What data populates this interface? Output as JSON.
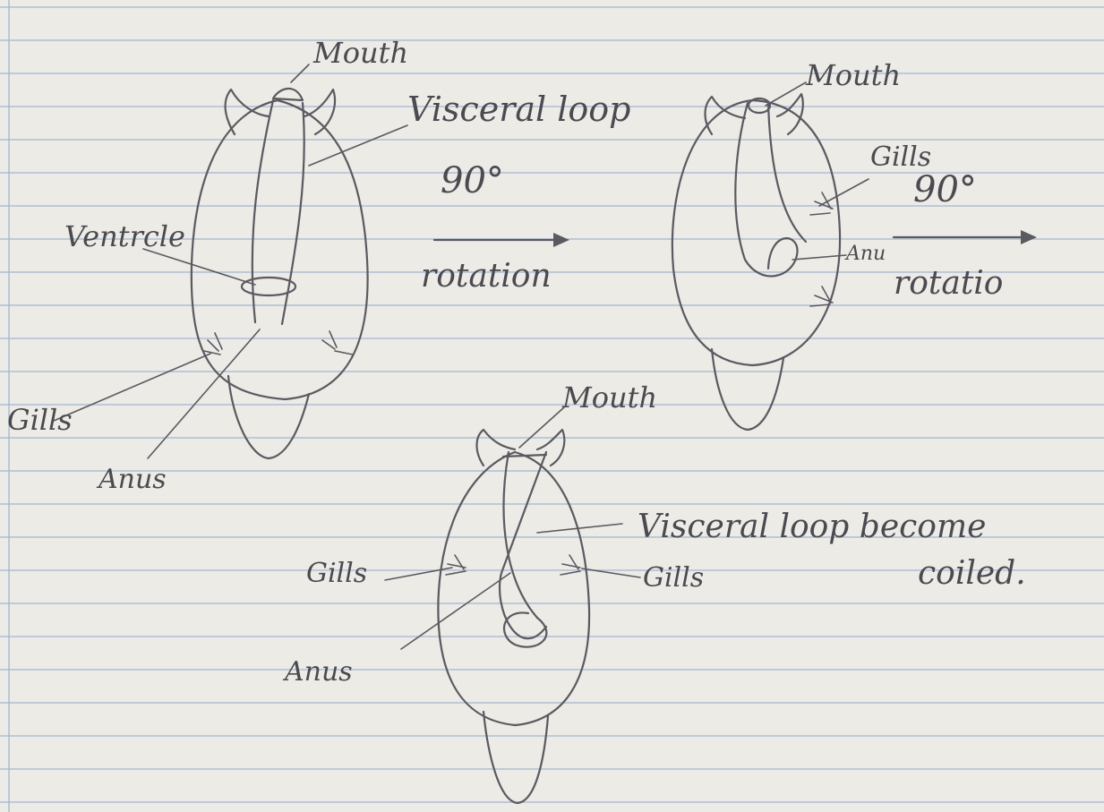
{
  "colors": {
    "paper": "#ecebe6",
    "rule_line": "#9fb7d3",
    "margin_line": "#9fb7d3",
    "ink": "#5a5a60"
  },
  "stage1": {
    "mouth": "Mouth",
    "visceral_loop": "Visceral loop",
    "ventricle": "Ventrcle",
    "gills": "Gills",
    "anus": "Anus",
    "angle": "90°",
    "rotation": "rotation"
  },
  "stage2": {
    "mouth": "Mouth",
    "gills": "Gills",
    "anus": "Anu",
    "angle": "90°",
    "rotation": "rotatio"
  },
  "stage3": {
    "mouth": "Mouth",
    "visceral_loop_line1": "Visceral loop become",
    "visceral_loop_line2": "coiled.",
    "gills_left": "Gills",
    "gills_right": "Gills",
    "anus": "Anus"
  }
}
